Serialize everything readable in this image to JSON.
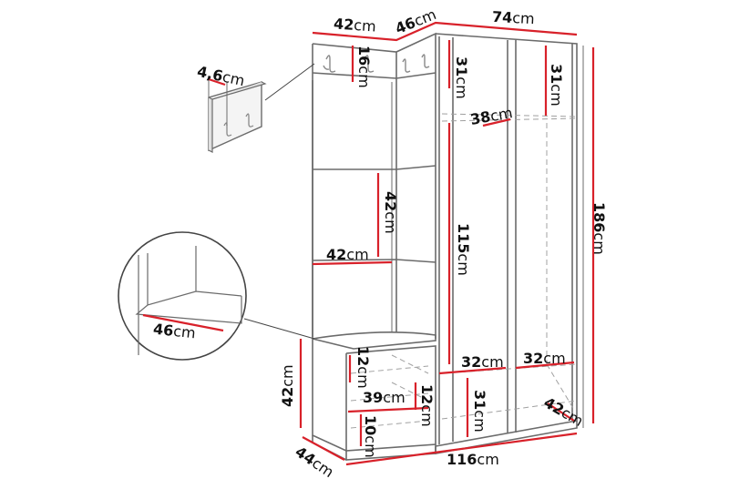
{
  "diagram": {
    "title": "Hallway wardrobe furniture set – dimension drawing",
    "unit": "cm",
    "colors": {
      "dimension_line": "#d8212a",
      "outline": "#6b6b6b",
      "dashed": "#a0a0a0",
      "text": "#111111"
    },
    "dimensions": {
      "top_left_width": {
        "num": "42",
        "unit": "cm"
      },
      "top_corner_width": {
        "num": "46",
        "unit": "cm"
      },
      "top_right_width": {
        "num": "74",
        "unit": "cm"
      },
      "hook_panel_height": {
        "num": "16",
        "unit": "cm"
      },
      "left_top_shelf": {
        "num": "31",
        "unit": "cm"
      },
      "right_top_shelf": {
        "num": "31",
        "unit": "cm"
      },
      "wardrobe_depth_inner": {
        "num": "38",
        "unit": "cm"
      },
      "hook_detail_depth": {
        "num": "4,6",
        "unit": "cm"
      },
      "panel_height": {
        "num": "42",
        "unit": "cm"
      },
      "panel_width": {
        "num": "42",
        "unit": "cm"
      },
      "hanging_height": {
        "num": "115",
        "unit": "cm"
      },
      "total_height": {
        "num": "186",
        "unit": "cm"
      },
      "seat_detail_width": {
        "num": "46",
        "unit": "cm"
      },
      "bench_drawer_top": {
        "num": "12",
        "unit": "cm"
      },
      "bench_inner_width": {
        "num": "39",
        "unit": "cm"
      },
      "bench_drawer_mid": {
        "num": "12",
        "unit": "cm"
      },
      "bench_drawer_bottom": {
        "num": "10",
        "unit": "cm"
      },
      "bench_height": {
        "num": "42",
        "unit": "cm"
      },
      "bench_depth": {
        "num": "44",
        "unit": "cm"
      },
      "drawer_left_width": {
        "num": "32",
        "unit": "cm"
      },
      "drawer_right_width": {
        "num": "32",
        "unit": "cm"
      },
      "drawer_height": {
        "num": "31",
        "unit": "cm"
      },
      "wardrobe_depth": {
        "num": "42",
        "unit": "cm"
      },
      "total_width": {
        "num": "116",
        "unit": "cm"
      }
    }
  }
}
